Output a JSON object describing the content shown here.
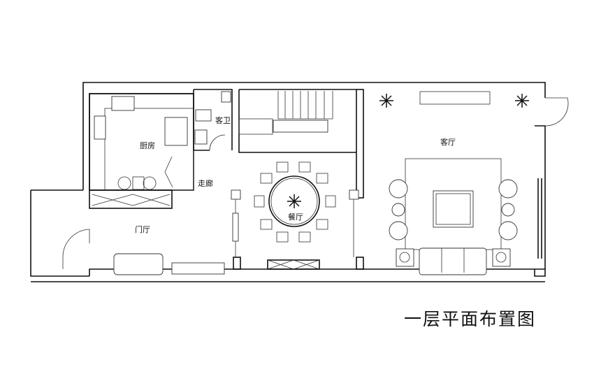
{
  "title": "一层平面布置图",
  "rooms": {
    "kitchen": "厨房",
    "guest_bathroom": "客卫",
    "corridor": "走廊",
    "dining_room": "餐厅",
    "foyer": "门厅",
    "living_room": "客厅"
  }
}
